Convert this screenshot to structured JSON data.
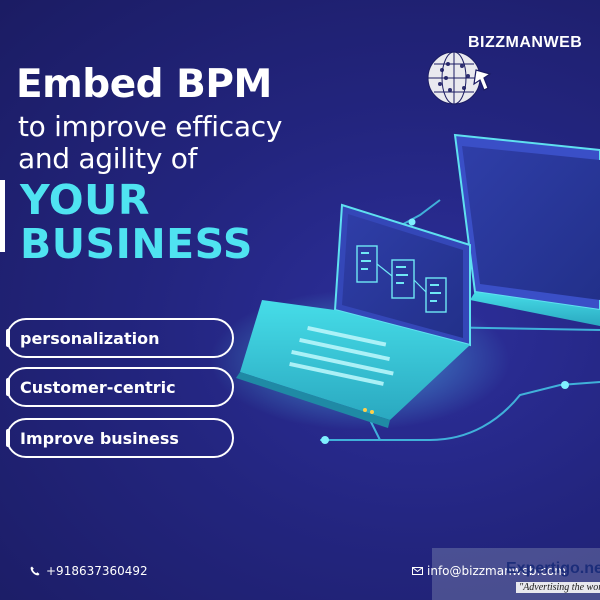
{
  "brand": {
    "name": "BIZZMANWEB",
    "logo_icon": "globe-cursor-icon"
  },
  "headline": {
    "line1": "Embed BPM",
    "line2": "to improve efficacy",
    "line3": "and agility of",
    "big1": "YOUR",
    "big2": "BUSINESS"
  },
  "features": [
    {
      "label": "personalization"
    },
    {
      "label": "Customer-centric"
    },
    {
      "label": "Improve business"
    }
  ],
  "footer": {
    "phone": "+918637360492",
    "phone_icon": "phone-icon",
    "email": "info@bizzmanweb.com",
    "email_icon": "mail-icon"
  },
  "watermark": {
    "text": "Expertigo.net",
    "tagline": "\"Advertising the world\""
  },
  "colors": {
    "background": "#23257f",
    "accent": "#4fe3f1",
    "laptop": "#3fd0dc"
  }
}
